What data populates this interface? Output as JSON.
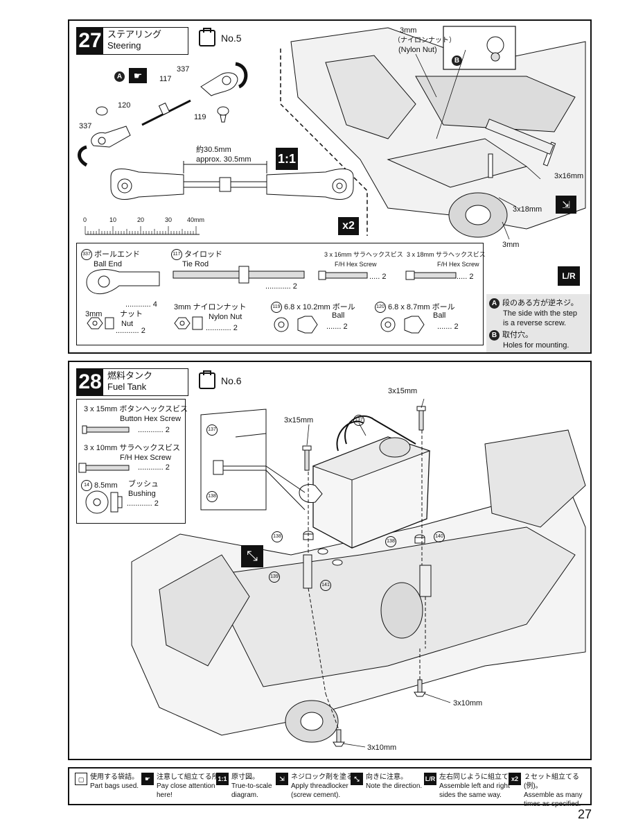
{
  "step27": {
    "number": "27",
    "title_jp": "ステアリング",
    "title_en": "Steering",
    "bag": "No.5",
    "note_A_letter": "A",
    "note_B_letter": "B",
    "nut_label_1": "3mm",
    "nut_label_2": "（ナイロンナット）",
    "nut_label_3": "(Nylon Nut)",
    "length_jp": "約30.5mm",
    "length_en": "approx.  30.5mm",
    "scale_mark": "1:1",
    "ruler": [
      "0",
      "10",
      "20",
      "30",
      "40mm"
    ],
    "times": "x2",
    "screw_3x16": "3x16mm",
    "screw_3x18": "3x18mm",
    "nut_3mm": "3mm",
    "callouts": [
      "117",
      "337",
      "120",
      "119",
      "337"
    ],
    "parts": {
      "ball_end": {
        "num": "337",
        "jp": "ボールエンド",
        "en": "Ball End",
        "qty": "4"
      },
      "tie_rod": {
        "num": "117",
        "jp": "タイロッド",
        "en": "Tie Rod",
        "qty": "2"
      },
      "screw16": {
        "jp": "3 x 16mm  サラヘックスビス",
        "en": "F/H Hex Screw",
        "qty": "2"
      },
      "screw18": {
        "jp": "3 x 18mm  サラヘックスビス",
        "en": "F/H Hex Screw",
        "qty": "2"
      },
      "nut": {
        "size": "3mm",
        "jp": "ナット",
        "en": "Nut",
        "qty": "2"
      },
      "nylon_nut": {
        "jp": "3mm  ナイロンナット",
        "en": "Nylon Nut",
        "qty": "2"
      },
      "ball119": {
        "num": "119",
        "jp": "6.8 x 10.2mm  ボール",
        "en": "Ball",
        "qty": "2"
      },
      "ball120": {
        "num": "120",
        "jp": "6.8 x 8.7mm  ボール",
        "en": "Ball",
        "qty": "2"
      }
    },
    "lr_mark": "L/R",
    "note_A_jp": "段のある方が逆ネジ。",
    "note_A_en1": "The side with the step",
    "note_A_en2": "is a reverse screw.",
    "note_B_jp": "取付穴。",
    "note_B_en": "Holes for mounting."
  },
  "step28": {
    "number": "28",
    "title_jp": "燃料タンク",
    "title_en": "Fuel Tank",
    "bag": "No.6",
    "parts": {
      "screw15": {
        "jp": "3 x 15mm  ボタンヘックスビス",
        "en": "Button Hex Screw",
        "qty": "2"
      },
      "screw10": {
        "jp": "3 x 10mm  サラヘックスビス",
        "en": "F/H Hex Screw",
        "qty": "2"
      },
      "bushing": {
        "num": "14",
        "size": "8.5mm",
        "jp": "ブッシュ",
        "en": "Bushing",
        "qty": "2"
      }
    },
    "screw_labels": [
      "3x15mm",
      "3x15mm",
      "3x10mm",
      "3x10mm"
    ],
    "callouts": [
      "137",
      "138",
      "137",
      "138",
      "138",
      "139",
      "141",
      "140"
    ]
  },
  "legend": [
    {
      "icon": "bag-icon",
      "jp": "使用する袋詰。",
      "en1": "Part bags used.",
      "en2": ""
    },
    {
      "icon": "attention-icon",
      "jp": "注意して組立てる所。",
      "en1": "Pay close attention",
      "en2": "here!"
    },
    {
      "icon": "scale-icon",
      "jp": "原寸図。",
      "en1": "True-to-scale",
      "en2": "diagram."
    },
    {
      "icon": "threadlocker-icon",
      "jp": "ネジロック剤を塗る。",
      "en1": "Apply threadlocker",
      "en2": "(screw cement)."
    },
    {
      "icon": "direction-icon",
      "jp": "向きに注意。",
      "en1": "Note the direction.",
      "en2": ""
    },
    {
      "icon": "lr-icon",
      "jp": "左右同じように組立てる。",
      "en1": "Assemble left and right",
      "en2": "sides the same way."
    },
    {
      "icon": "x2-icon",
      "jp": "２セット組立てる(例)。",
      "en1": "Assemble as many",
      "en2": "times as specified."
    }
  ],
  "page_number": "27"
}
